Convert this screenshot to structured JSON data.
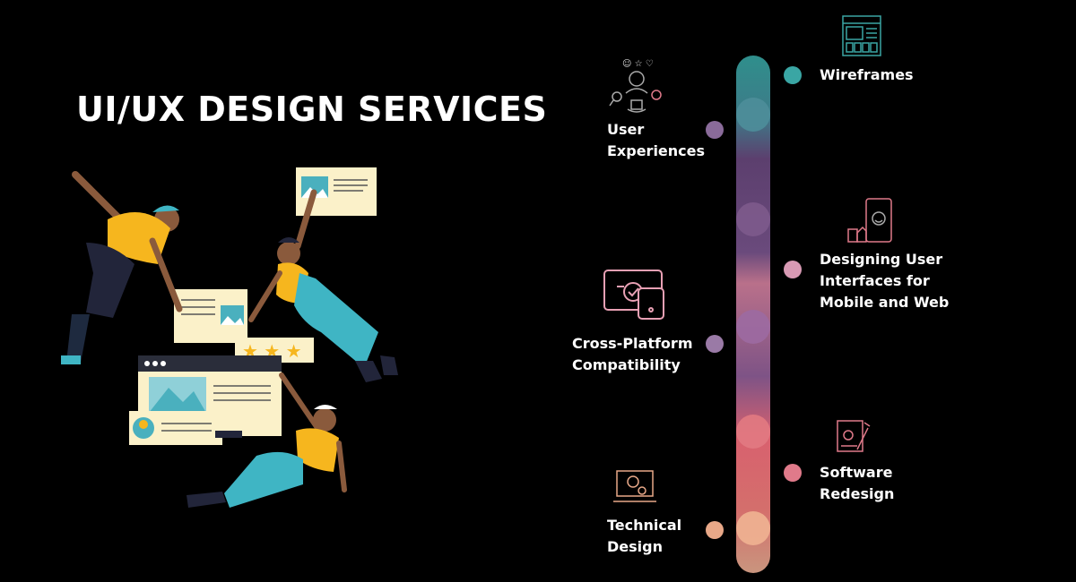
{
  "title": "UI/UX DESIGN SERVICES",
  "services": [
    {
      "label_lines": [
        "Wireframes"
      ],
      "icon": "wireframe-icon",
      "dot_color": "#3aa6a4"
    },
    {
      "label_lines": [
        "User",
        "Experiences"
      ],
      "icon": "user-experience-icon",
      "dot_color": "#8a6b9a"
    },
    {
      "label_lines": [
        "Designing User",
        "Interfaces for",
        "Mobile and Web"
      ],
      "icon": "mobile-ui-icon",
      "dot_color": "#d89ab4"
    },
    {
      "label_lines": [
        "Cross-Platform",
        "Compatibility"
      ],
      "icon": "cross-platform-icon",
      "dot_color": "#9a7aa6"
    },
    {
      "label_lines": [
        "Software",
        "Redesign"
      ],
      "icon": "software-redesign-icon",
      "dot_color": "#e07a8a"
    },
    {
      "label_lines": [
        "Technical",
        "Design"
      ],
      "icon": "technical-design-icon",
      "dot_color": "#e8a888"
    }
  ],
  "colors": {
    "background": "#000000",
    "teal": "#2f8f8c",
    "purple": "#5c3f6e",
    "pink": "#b9708a",
    "coral": "#d8616e",
    "peach": "#e8a888",
    "tan": "#c9957e",
    "figure_shirt": "#f6b61e",
    "figure_pants": "#3fb5c4",
    "skin": "#8a5a3c"
  }
}
